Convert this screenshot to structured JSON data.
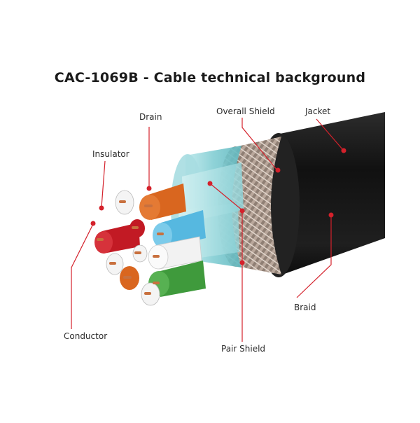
{
  "title": "CAC-1069B - Cable technical background",
  "labels": {
    "drain": "Drain",
    "overall_shield": "Overall Shield",
    "jacket": "Jacket",
    "insulator": "Insulator",
    "conductor": "Conductor",
    "pair_shield": "Pair Shield",
    "braid": "Braid"
  },
  "colors": {
    "callout": "#d4212b",
    "jacket": "#1b1b1b",
    "braid": "#b9a79b",
    "shield": "#8fd3d8",
    "orange": "#d9661f",
    "blue": "#56b8e0",
    "green": "#3f9a3c",
    "red": "#c21a24",
    "white": "#f2f2f2",
    "copper": "#c8703e"
  }
}
